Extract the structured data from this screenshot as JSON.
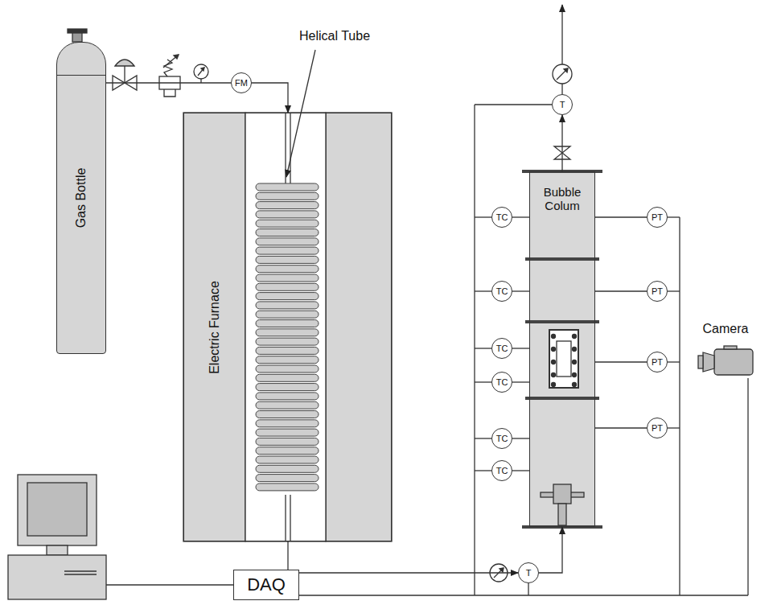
{
  "diagram": {
    "nodes": [
      {
        "text": [
          "Gas Bottle"
        ]
      },
      {
        "text": [
          "FM"
        ]
      },
      {
        "text": [
          "Electric Furnace"
        ]
      },
      {
        "text": [
          "T"
        ]
      },
      {
        "text": [
          "Bubble Colum"
        ]
      },
      {
        "text": [
          "TC"
        ]
      },
      {
        "text": [
          "TC"
        ]
      },
      {
        "text": [
          "TC"
        ]
      },
      {
        "text": [
          "TC"
        ]
      },
      {
        "text": [
          "TC"
        ]
      },
      {
        "text": [
          "TC"
        ]
      },
      {
        "text": [
          "PT"
        ]
      },
      {
        "text": [
          "PT"
        ]
      },
      {
        "text": [
          "PT"
        ]
      },
      {
        "text": [
          "PT"
        ]
      },
      {
        "text": [
          "Camera"
        ]
      },
      {
        "text": [
          "T"
        ]
      },
      {
        "text": [
          "DAQ"
        ]
      }
    ],
    "edges": [
      {
        "from": 0,
        "to": 1,
        "arrow": "none"
      },
      {
        "from": 1,
        "to": 2,
        "arrow": "to"
      },
      {
        "from": 2,
        "to": 16,
        "arrow": "to"
      },
      {
        "from": 16,
        "to": 4,
        "arrow": "to"
      },
      {
        "from": 4,
        "to": 3,
        "arrow": "to"
      }
    ],
    "labels": [
      "Helical Tube"
    ]
  }
}
